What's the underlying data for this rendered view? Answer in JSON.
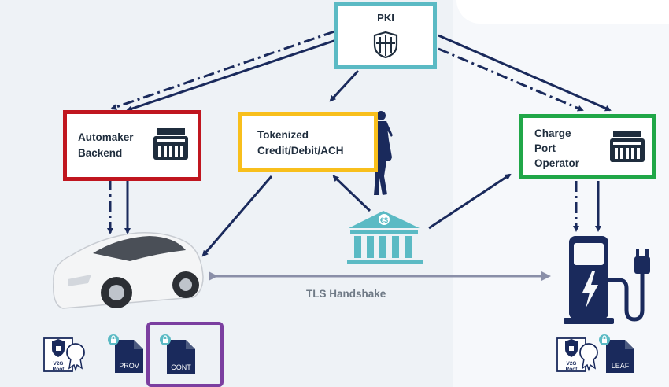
{
  "nodes": {
    "pki": {
      "label": "PKI"
    },
    "automaker": {
      "label": "Automaker\nBackend"
    },
    "tokenized": {
      "label": "Tokenized\nCredit/Debit/ACH"
    },
    "charge_port": {
      "label": "Charge\nPort\nOperator"
    }
  },
  "edges": {
    "tls_label": "TLS Handshake"
  },
  "certificates": {
    "car": [
      {
        "label": "V2G",
        "label2": "Root"
      },
      {
        "label": "PROV"
      },
      {
        "label": "CONT"
      }
    ],
    "charger": [
      {
        "label": "V2G",
        "label2": "Root"
      },
      {
        "label": "LEAF"
      }
    ]
  },
  "colors": {
    "pki_border": "#5bbac4",
    "automaker_border": "#c0161f",
    "tokenized_border": "#f8bf1c",
    "charge_port_border": "#20a748",
    "arrow": "#1a2a5c",
    "tls_arrow": "#8a8fa8",
    "bank": "#5bbac4",
    "cont_highlight": "#7b3fa0"
  },
  "icons": [
    "shield-icon",
    "server-icon",
    "bank-icon",
    "car-image",
    "charger-icon",
    "person-silhouette",
    "certificate-icon",
    "lock-icon",
    "document-icon"
  ]
}
